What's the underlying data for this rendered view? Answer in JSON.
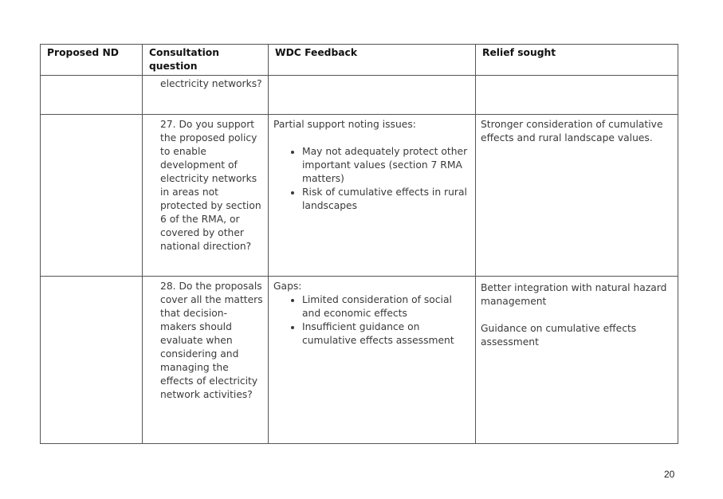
{
  "table": {
    "headers": [
      "Proposed ND",
      "Consultation question",
      "WDC Feedback",
      "Relief sought"
    ],
    "rows": [
      {
        "proposed_nd": "",
        "question": "electricity networks?",
        "feedback_intro": "",
        "feedback_bullets": [],
        "relief": []
      },
      {
        "proposed_nd": "",
        "question": "27. Do you support the proposed policy to enable development of electricity networks in areas not protected by section 6 of the RMA, or covered by other national direction?",
        "feedback_intro": "Partial support noting issues:",
        "feedback_bullets": [
          "May not adequately protect other important values (section 7 RMA matters)",
          "Risk of cumulative effects in rural landscapes"
        ],
        "relief": [
          "Stronger consideration of cumulative effects and rural landscape values."
        ]
      },
      {
        "proposed_nd": "",
        "question": "28. Do the proposals cover all the matters that decision-makers should evaluate when considering and managing the effects of electricity network activities?",
        "feedback_intro": "Gaps:",
        "feedback_bullets": [
          "Limited consideration of social and economic effects",
          "Insufficient guidance on cumulative effects assessment"
        ],
        "relief": [
          "Better integration with natural hazard management",
          "Guidance on cumulative effects assessment"
        ]
      }
    ]
  },
  "page_number": "20"
}
